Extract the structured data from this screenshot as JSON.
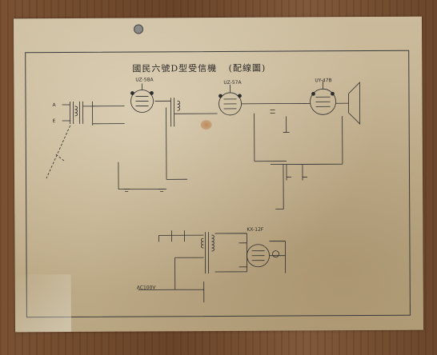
{
  "document": {
    "title": "國民六號D型受信機",
    "subtitle": "(配線圖)"
  },
  "labels": {
    "tube1": "UZ-58A",
    "tube2": "UZ-57A",
    "tube3": "UY-47B",
    "rectifier": "KX-12F",
    "antenna_a": "A",
    "ground_e": "E",
    "power": "AC100V"
  }
}
